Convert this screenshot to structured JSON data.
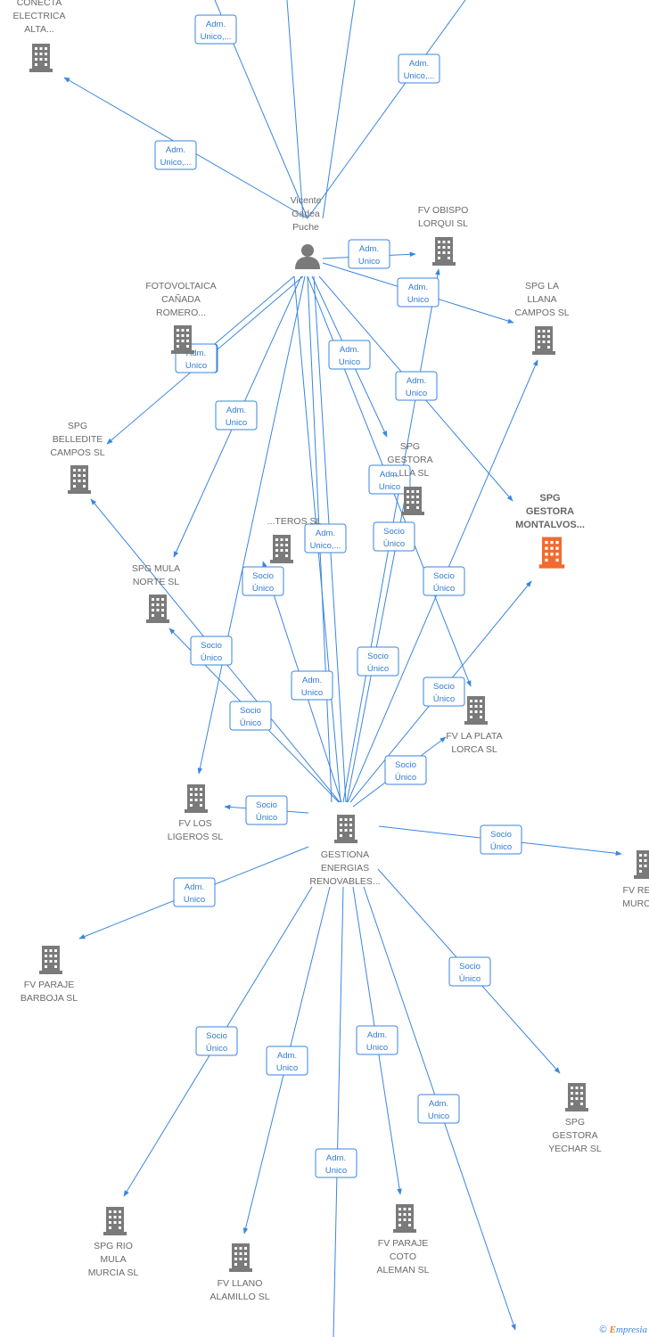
{
  "colors": {
    "node": "#7a7a7a",
    "highlight": "#f26a2e",
    "edge": "#3a86de",
    "edge_text": "#2f7bd4"
  },
  "nodes": [
    {
      "id": "conecta",
      "type": "company",
      "lines": [
        "CONECTA",
        "ELECTRICA",
        "ALTA..."
      ]
    },
    {
      "id": "vicente",
      "type": "person",
      "lines": [
        "Vicente",
        "Gadea",
        "Puche"
      ]
    },
    {
      "id": "obispo",
      "type": "company",
      "lines": [
        "FV OBISPO",
        "LORQUI  SL"
      ]
    },
    {
      "id": "llana",
      "type": "company",
      "lines": [
        "SPG LA",
        "LLANA",
        "CAMPOS  SL"
      ]
    },
    {
      "id": "canada",
      "type": "company",
      "lines": [
        "FOTOVOLTAICA",
        "CAÑADA",
        "ROMERO..."
      ]
    },
    {
      "id": "belledite",
      "type": "company",
      "lines": [
        "SPG",
        "BELLEDITE",
        "CAMPOS  SL"
      ]
    },
    {
      "id": "gestora_lla",
      "type": "company",
      "lines": [
        "SPG",
        "GESTORA",
        "...LLA  SL"
      ]
    },
    {
      "id": "montalvos",
      "type": "company",
      "highlight": true,
      "lines": [
        "SPG",
        "GESTORA",
        "MONTALVOS..."
      ]
    },
    {
      "id": "teros",
      "type": "company",
      "lines": [
        "...TEROS  SL"
      ]
    },
    {
      "id": "mula_norte",
      "type": "company",
      "lines": [
        "SPG MULA",
        "NORTE  SL"
      ]
    },
    {
      "id": "la_plata",
      "type": "company",
      "lines": [
        "FV LA PLATA",
        "LORCA  SL"
      ]
    },
    {
      "id": "ligeros",
      "type": "company",
      "lines": [
        "FV LOS",
        "LIGEROS  SL"
      ]
    },
    {
      "id": "gestiona",
      "type": "company",
      "lines": [
        "GESTIONA",
        "ENERGIAS",
        "RENOVABLES..."
      ]
    },
    {
      "id": "re_murc",
      "type": "company",
      "lines": [
        "FV RE",
        "MURC"
      ]
    },
    {
      "id": "barboja",
      "type": "company",
      "lines": [
        "FV PARAJE",
        "BARBOJA  SL"
      ]
    },
    {
      "id": "yechar",
      "type": "company",
      "lines": [
        "SPG",
        "GESTORA",
        "YECHAR  SL"
      ]
    },
    {
      "id": "rio_mula",
      "type": "company",
      "lines": [
        "SPG RIO",
        "MULA",
        "MURCIA  SL"
      ]
    },
    {
      "id": "alamillo",
      "type": "company",
      "lines": [
        "FV LLANO",
        "ALAMILLO  SL"
      ]
    },
    {
      "id": "coto",
      "type": "company",
      "lines": [
        "FV PARAJE",
        "COTO",
        "ALEMAN  SL"
      ]
    }
  ],
  "edges": [
    {
      "id": "e1",
      "lines": [
        "Adm.",
        "Unico,..."
      ]
    },
    {
      "id": "e2",
      "lines": [
        "Adm.",
        "Unico,..."
      ]
    },
    {
      "id": "e3",
      "lines": [
        "Adm.",
        "Unico,..."
      ]
    },
    {
      "id": "e4",
      "lines": [
        "Adm.",
        "Unico"
      ]
    },
    {
      "id": "e5",
      "lines": [
        "Adm.",
        "Unico"
      ]
    },
    {
      "id": "e6",
      "lines": [
        "Adm.",
        "Unico"
      ]
    },
    {
      "id": "e7",
      "lines": [
        "Adm.",
        "Unico"
      ]
    },
    {
      "id": "e8",
      "lines": [
        "Adm.",
        "Unico"
      ]
    },
    {
      "id": "e9",
      "lines": [
        "Adm.",
        "Unico"
      ]
    },
    {
      "id": "e10",
      "lines": [
        "Adm.",
        "Unico"
      ]
    },
    {
      "id": "e11",
      "lines": [
        "Adm.",
        "Unico"
      ]
    },
    {
      "id": "e12",
      "lines": [
        "Adm.",
        "Unico,..."
      ]
    },
    {
      "id": "e13",
      "lines": [
        "Socio",
        "Único"
      ]
    },
    {
      "id": "e14",
      "lines": [
        "Socio",
        "Único"
      ]
    },
    {
      "id": "e15",
      "lines": [
        "Socio",
        "Único"
      ]
    },
    {
      "id": "e16",
      "lines": [
        "Adm.",
        "Unico"
      ]
    },
    {
      "id": "e17",
      "lines": [
        "Socio",
        "Único"
      ]
    },
    {
      "id": "e18",
      "lines": [
        "Socio",
        "Único"
      ]
    },
    {
      "id": "e19",
      "lines": [
        "Socio",
        "Único"
      ]
    },
    {
      "id": "e20",
      "lines": [
        "Socio",
        "Único"
      ]
    },
    {
      "id": "e21",
      "lines": [
        "Socio",
        "Único"
      ]
    },
    {
      "id": "e22",
      "lines": [
        "Socio",
        "Único"
      ]
    },
    {
      "id": "e23",
      "lines": [
        "Socio",
        "Único"
      ]
    },
    {
      "id": "e24",
      "lines": [
        "Adm.",
        "Unico"
      ]
    },
    {
      "id": "e25",
      "lines": [
        "Socio",
        "Único"
      ]
    },
    {
      "id": "e26",
      "lines": [
        "Socio",
        "Único"
      ]
    },
    {
      "id": "e27",
      "lines": [
        "Adm.",
        "Unico"
      ]
    },
    {
      "id": "e28",
      "lines": [
        "Adm.",
        "Unico"
      ]
    },
    {
      "id": "e29",
      "lines": [
        "Adm.",
        "Unico"
      ]
    },
    {
      "id": "e30",
      "lines": [
        "Adm.",
        "Unico"
      ]
    }
  ],
  "footer": {
    "copyright": "©",
    "brand_initial": "E",
    "brand_rest": "mpresia"
  }
}
